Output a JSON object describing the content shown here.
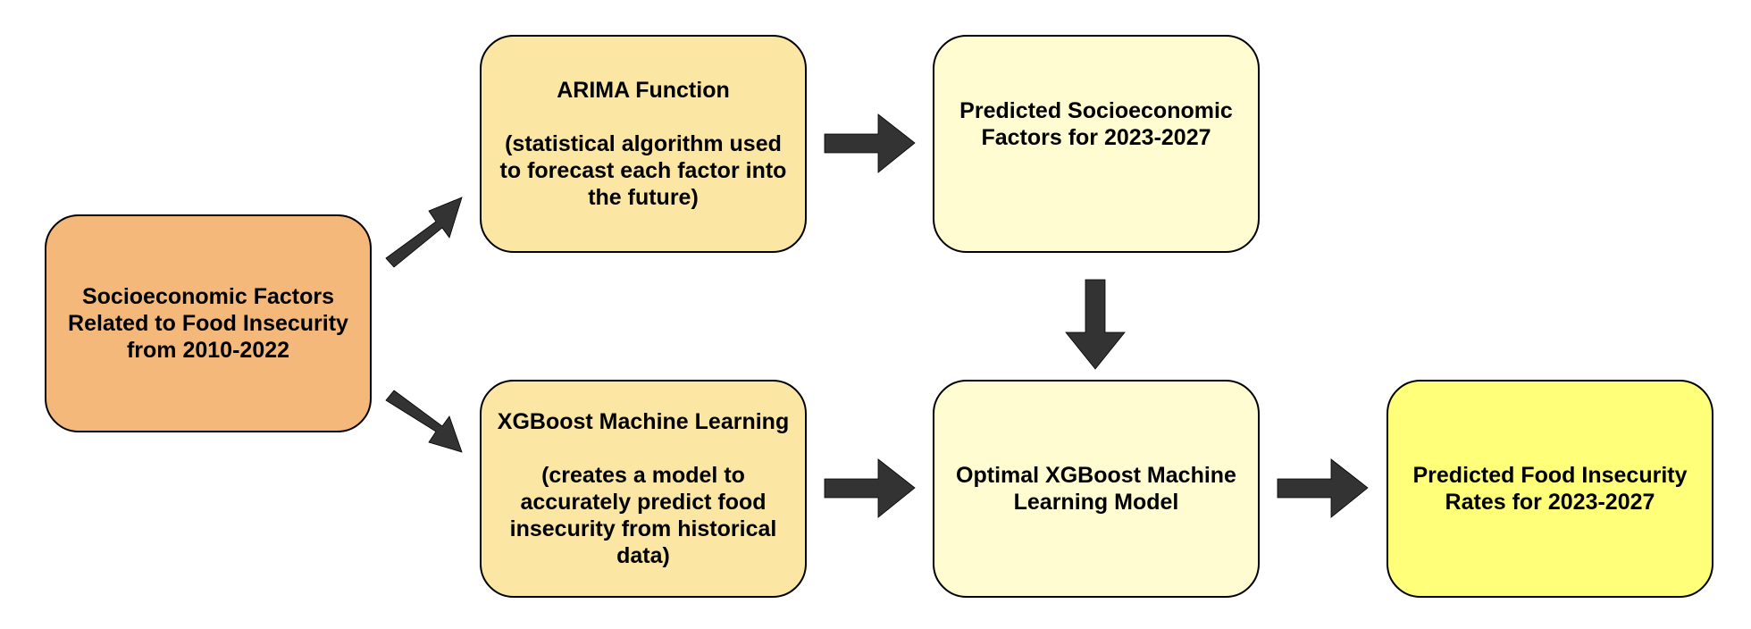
{
  "colors": {
    "source_fill": "#F4B97A",
    "process_fill": "#FCE6A4",
    "output_fill": "#FEFCD0",
    "final_fill": "#FFFF7A",
    "arrow_fill": "#333333",
    "border": "#000000"
  },
  "boxes": {
    "source": {
      "text": "Socioeconomic Factors\nRelated to Food Insecurity\nfrom 2010-2022"
    },
    "arima": {
      "text": "ARIMA Function\n\n(statistical algorithm used\nto forecast each factor into\nthe future)"
    },
    "predicted_factors": {
      "text": "Predicted Socioeconomic\nFactors for 2023-2027"
    },
    "xgboost": {
      "text": "XGBoost Machine Learning\n\n(creates a model to\naccurately predict food\ninsecurity from historical\ndata)"
    },
    "optimal_model": {
      "text": "Optimal XGBoost Machine\nLearning Model"
    },
    "final_output": {
      "text": "Predicted Food Insecurity\nRates for 2023-2027"
    }
  }
}
